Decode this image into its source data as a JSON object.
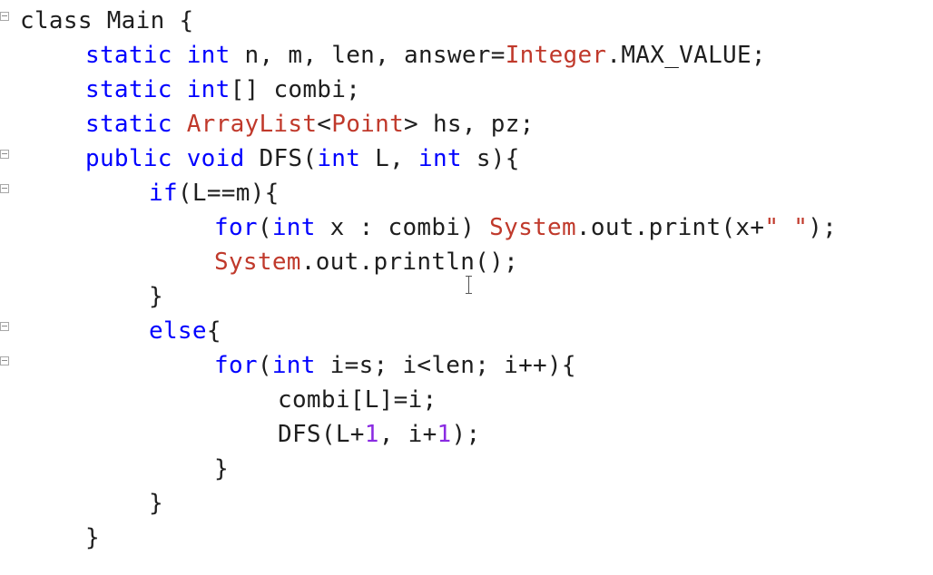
{
  "editor": {
    "colors": {
      "keyword": "#0000ff",
      "type": "#c0392b",
      "number": "#8a2be2",
      "string": "#c0392b",
      "text": "#1e1e1e"
    },
    "cursor_icon": "i-beam-cursor-icon",
    "fold_icon": "collapse-box-icon",
    "lines": [
      {
        "tokens": [
          {
            "t": "plain",
            "v": "class Main {"
          }
        ]
      },
      {
        "tokens": [
          {
            "t": "kw",
            "v": "static"
          },
          {
            "t": "plain",
            "v": " "
          },
          {
            "t": "kw",
            "v": "int"
          },
          {
            "t": "plain",
            "v": " n, m, len, answer="
          },
          {
            "t": "ty",
            "v": "Integer"
          },
          {
            "t": "plain",
            "v": ".MAX_VALUE;"
          }
        ]
      },
      {
        "tokens": [
          {
            "t": "kw",
            "v": "static"
          },
          {
            "t": "plain",
            "v": " "
          },
          {
            "t": "kw",
            "v": "int"
          },
          {
            "t": "plain",
            "v": "[] combi;"
          }
        ]
      },
      {
        "tokens": [
          {
            "t": "kw",
            "v": "static"
          },
          {
            "t": "plain",
            "v": " "
          },
          {
            "t": "ty",
            "v": "ArrayList"
          },
          {
            "t": "plain",
            "v": "<"
          },
          {
            "t": "ty",
            "v": "Point"
          },
          {
            "t": "plain",
            "v": "> hs, pz;"
          }
        ]
      },
      {
        "tokens": [
          {
            "t": "kw",
            "v": "public"
          },
          {
            "t": "plain",
            "v": " "
          },
          {
            "t": "kw",
            "v": "void"
          },
          {
            "t": "plain",
            "v": " DFS("
          },
          {
            "t": "kw",
            "v": "int"
          },
          {
            "t": "plain",
            "v": " L, "
          },
          {
            "t": "kw",
            "v": "int"
          },
          {
            "t": "plain",
            "v": " s){"
          }
        ]
      },
      {
        "tokens": [
          {
            "t": "kw",
            "v": "if"
          },
          {
            "t": "plain",
            "v": "(L==m){"
          }
        ]
      },
      {
        "tokens": [
          {
            "t": "kw",
            "v": "for"
          },
          {
            "t": "plain",
            "v": "("
          },
          {
            "t": "kw",
            "v": "int"
          },
          {
            "t": "plain",
            "v": " x : combi) "
          },
          {
            "t": "ty",
            "v": "System"
          },
          {
            "t": "plain",
            "v": ".out.print(x+"
          },
          {
            "t": "str",
            "v": "\" \""
          },
          {
            "t": "plain",
            "v": ");"
          }
        ]
      },
      {
        "tokens": [
          {
            "t": "ty",
            "v": "System"
          },
          {
            "t": "plain",
            "v": ".out.println();"
          }
        ]
      },
      {
        "tokens": [
          {
            "t": "plain",
            "v": "}"
          }
        ]
      },
      {
        "tokens": [
          {
            "t": "kw",
            "v": "else"
          },
          {
            "t": "plain",
            "v": "{"
          }
        ]
      },
      {
        "tokens": [
          {
            "t": "kw",
            "v": "for"
          },
          {
            "t": "plain",
            "v": "("
          },
          {
            "t": "kw",
            "v": "int"
          },
          {
            "t": "plain",
            "v": " i=s; i<len; i++){"
          }
        ]
      },
      {
        "tokens": [
          {
            "t": "plain",
            "v": "combi[L]=i;"
          }
        ]
      },
      {
        "tokens": [
          {
            "t": "plain",
            "v": "DFS(L+"
          },
          {
            "t": "num",
            "v": "1"
          },
          {
            "t": "plain",
            "v": ", i+"
          },
          {
            "t": "num",
            "v": "1"
          },
          {
            "t": "plain",
            "v": ");"
          }
        ]
      },
      {
        "tokens": [
          {
            "t": "plain",
            "v": "}"
          }
        ]
      },
      {
        "tokens": [
          {
            "t": "plain",
            "v": "}"
          }
        ]
      },
      {
        "tokens": [
          {
            "t": "plain",
            "v": "}"
          }
        ]
      }
    ]
  }
}
